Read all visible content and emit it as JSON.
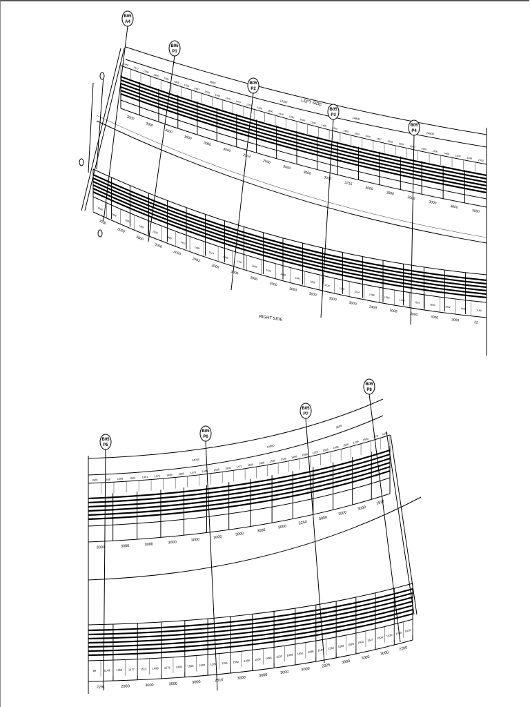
{
  "sheet": {
    "left_side_label": "LEFT SIDE",
    "right_side_label": "RIGHT SIDE",
    "top_bubbles": [
      {
        "line1": "B05",
        "line2": "A4"
      },
      {
        "line1": "B05",
        "line2": "P1"
      },
      {
        "line1": "B05",
        "line2": "P2"
      },
      {
        "line1": "B05",
        "line2": "P3"
      },
      {
        "line1": "B05",
        "line2": "P4"
      }
    ],
    "bottom_bubbles": [
      {
        "line1": "B05",
        "line2": "P5"
      },
      {
        "line1": "B05",
        "line2": "P6"
      },
      {
        "line1": "B05",
        "line2": "P7"
      },
      {
        "line1": "B05",
        "line2": "P8"
      }
    ],
    "top_left_panels": [
      "1466",
      "1477",
      "1500",
      "1496",
      "1502",
      "1403",
      "1500",
      "1497",
      "1500",
      "1464",
      "1502",
      "1447",
      "1202",
      "1226",
      "1500",
      "1410",
      "1450",
      "1499",
      "1500",
      "1499",
      "1500",
      "1499",
      "1503",
      "1500",
      "1497",
      "1500",
      "1499",
      "1500",
      "1499",
      "1500",
      "1466",
      "1500",
      "1498",
      "1500"
    ],
    "top_left_arc_dims": [
      "3600",
      "14100",
      "14800",
      "14800"
    ],
    "top_left_dims": [
      "3000",
      "3000",
      "3000",
      "3000",
      "3000",
      "3000",
      "2504",
      "2500",
      "3000",
      "3000",
      "3000",
      "3715",
      "3000",
      "3000",
      "3000",
      "3000",
      "3000",
      "3000"
    ],
    "top_right_panels": [
      "1500",
      "1499",
      "1502",
      "1469",
      "1500",
      "1496",
      "1511",
      "1499",
      "1513",
      "1498",
      "1547",
      "1499",
      "1514",
      "1498",
      "1547",
      "1468",
      "1226",
      "1205",
      "1514",
      "1498",
      "1550",
      "1498",
      "1529",
      "1500",
      "1532",
      "1498",
      "1169"
    ],
    "top_right_dims": [
      "3000",
      "3000",
      "3000",
      "3000",
      "3000",
      "2903",
      "3000",
      "3000",
      "3000",
      "3000",
      "3000",
      "3000",
      "3000",
      "3000",
      "2409",
      "3000",
      "3000",
      "3000",
      "3000",
      "22"
    ],
    "bottom_left_panels": [
      "1500",
      "1468",
      "1469",
      "1500",
      "1491",
      "1476",
      "1469",
      "1500",
      "1470",
      "1498",
      "1468",
      "1500",
      "1471",
      "1500",
      "1468",
      "1500",
      "1500",
      "1468",
      "1098",
      "1125",
      "1500",
      "1469",
      "1530",
      "1439",
      "1500",
      "1472",
      "1631"
    ],
    "bottom_left_arc_dims": [
      "14000",
      "14000",
      "9600"
    ],
    "bottom_left_dims": [
      "3000",
      "3000",
      "3000",
      "3000",
      "3000",
      "3000",
      "3000",
      "3000",
      "3000",
      "2250",
      "3000",
      "3000",
      "3000",
      "1527"
    ],
    "bottom_right_panels": [
      "89",
      "1149",
      "1452",
      "1477",
      "1513",
      "1498",
      "1575",
      "1498",
      "1506",
      "1500",
      "1260",
      "1261",
      "1552",
      "1468",
      "1532",
      "1498",
      "1532",
      "1498",
      "1551",
      "1498",
      "1164",
      "1162",
      "1502",
      "1528",
      "1502",
      "1527",
      "1500",
      "1530",
      "1010",
      "1010"
    ],
    "bottom_right_dims": [
      "2291",
      "2900",
      "3000",
      "3000",
      "3000",
      "2516",
      "3000",
      "3000",
      "3000",
      "3000",
      "2325",
      "3000",
      "3000",
      "3000",
      "2200"
    ]
  }
}
